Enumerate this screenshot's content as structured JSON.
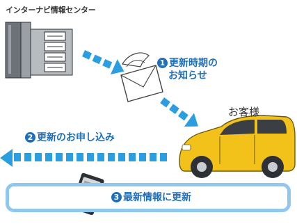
{
  "center": {
    "name": "インターナビ情報センター"
  },
  "steps": [
    {
      "num": "1",
      "line1": "更新時期の",
      "line2": "お知らせ"
    },
    {
      "num": "2",
      "text": "更新のお申し込み"
    },
    {
      "num": "3",
      "text": "最新情報に更新"
    }
  ],
  "customer": {
    "label": "お客様"
  },
  "colors": {
    "accent": "#1f6fb8",
    "arrow": "#2a9ee0",
    "bar_border": "#8fc7ee",
    "car": "#f2c21a"
  },
  "icons": [
    "server-icon",
    "envelope-with-wings-icon",
    "car-icon",
    "data-card-icon"
  ]
}
